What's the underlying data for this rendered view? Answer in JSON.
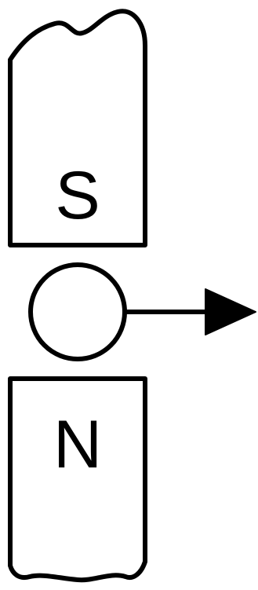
{
  "diagram": {
    "magnet_top": {
      "label": "S"
    },
    "magnet_bottom": {
      "label": "N"
    },
    "conductor": {
      "shape": "circle"
    },
    "arrow": {
      "direction": "right"
    }
  },
  "colors": {
    "stroke": "#000000",
    "background": "#ffffff"
  }
}
